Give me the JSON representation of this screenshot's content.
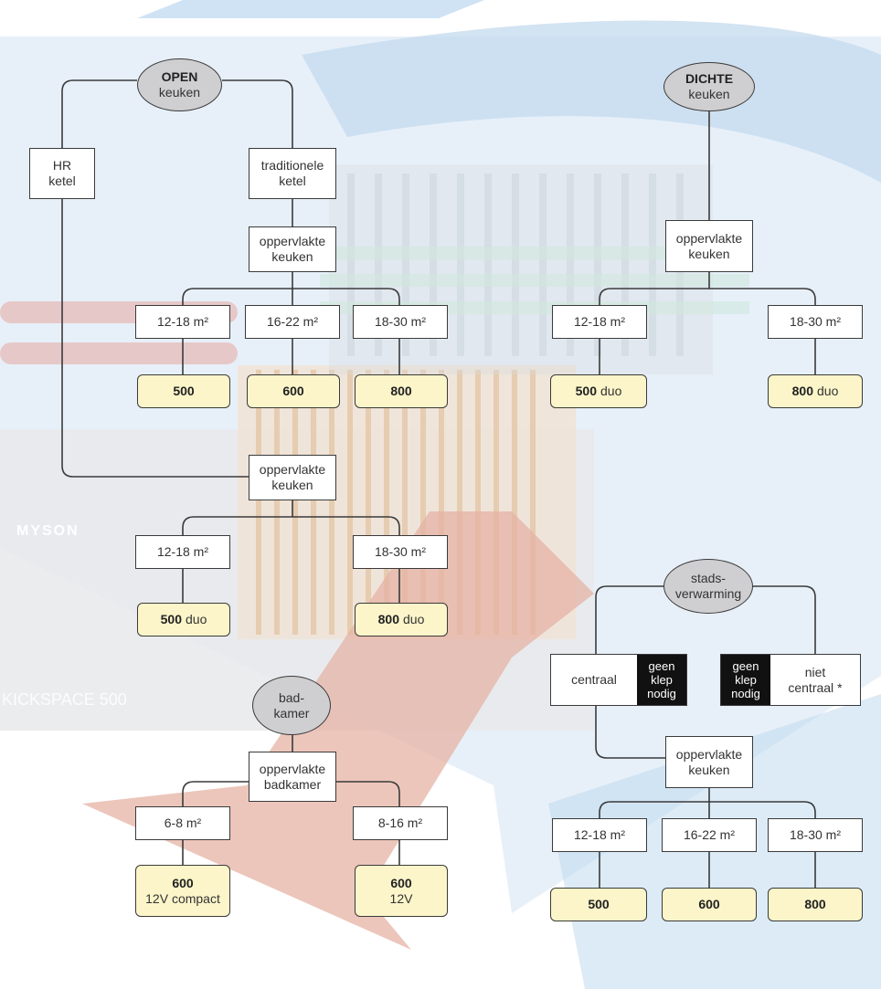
{
  "open_kitchen": {
    "root": {
      "title": "OPEN",
      "subtitle": "keuken"
    },
    "hr_ketel": [
      "HR",
      "ketel"
    ],
    "trad_ketel": [
      "traditionele",
      "ketel"
    ],
    "oppervlakte_trad": [
      "oppervlakte",
      "keuken"
    ],
    "trad_sizes": [
      "12-18 m²",
      "16-22 m²",
      "18-30 m²"
    ],
    "trad_results": [
      "500",
      "600",
      "800"
    ],
    "oppervlakte_hr": [
      "oppervlakte",
      "keuken"
    ],
    "hr_sizes": [
      "12-18 m²",
      "18-30 m²"
    ],
    "hr_results": [
      {
        "value": "500",
        "suffix": "duo"
      },
      {
        "value": "800",
        "suffix": "duo"
      }
    ]
  },
  "closed_kitchen": {
    "root": {
      "title": "DICHTE",
      "subtitle": "keuken"
    },
    "oppervlakte": [
      "oppervlakte",
      "keuken"
    ],
    "sizes": [
      "12-18 m²",
      "18-30 m²"
    ],
    "results": [
      {
        "value": "500",
        "suffix": "duo"
      },
      {
        "value": "800",
        "suffix": "duo"
      }
    ]
  },
  "bathroom": {
    "root": [
      "bad-",
      "kamer"
    ],
    "oppervlakte": [
      "oppervlakte",
      "badkamer"
    ],
    "sizes": [
      "6-8 m²",
      "8-16 m²"
    ],
    "results": [
      {
        "value": "600",
        "sub": "12V compact"
      },
      {
        "value": "600",
        "sub": "12V"
      }
    ]
  },
  "district_heating": {
    "root": [
      "stads-",
      "verwarming"
    ],
    "centraal": "centraal",
    "niet_centraal": [
      "niet",
      "centraal",
      "*"
    ],
    "no_valve": [
      "geen",
      "klep",
      "nodig"
    ],
    "oppervlakte": [
      "oppervlakte",
      "keuken"
    ],
    "sizes": [
      "12-18 m²",
      "16-22 m²",
      "18-30 m²"
    ],
    "results": [
      "500",
      "600",
      "800"
    ]
  },
  "background": {
    "logo_text": "MYSON",
    "product_text": "KICKSPACE 500"
  },
  "colors": {
    "result_fill": "#fbf5c9",
    "ellipse_fill": "#cfcfd1",
    "arrow": "#e6b3a4",
    "band": "#bcd7ee",
    "line": "#3a3a3a"
  }
}
